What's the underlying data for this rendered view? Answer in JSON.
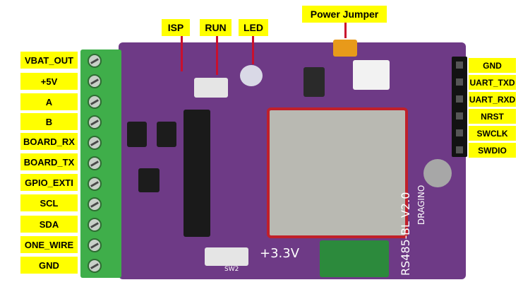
{
  "top_labels": {
    "power_jumper": "Power Jumper",
    "isp": "ISP",
    "run": "RUN",
    "led": "LED"
  },
  "left_pins": [
    "VBAT_OUT",
    "+5V",
    "A",
    "B",
    "BOARD_RX",
    "BOARD_TX",
    "GPIO_EXTI",
    "SCL",
    "SDA",
    "ONE_WIRE",
    "GND"
  ],
  "right_pins": [
    "GND",
    "UART_TXD",
    "UART_RXD",
    "NRST",
    "SWCLK",
    "SWDIO"
  ],
  "silkscreen": {
    "voltage": "+3.3V",
    "board_name": "RS485-BL V2.0",
    "brand": "DRAGINO",
    "switch": "SW2"
  },
  "colors": {
    "label_bg": "#ffff00",
    "arrow": "#c8102e",
    "pcb": "#6e3a86",
    "terminal": "#3fae4a"
  }
}
